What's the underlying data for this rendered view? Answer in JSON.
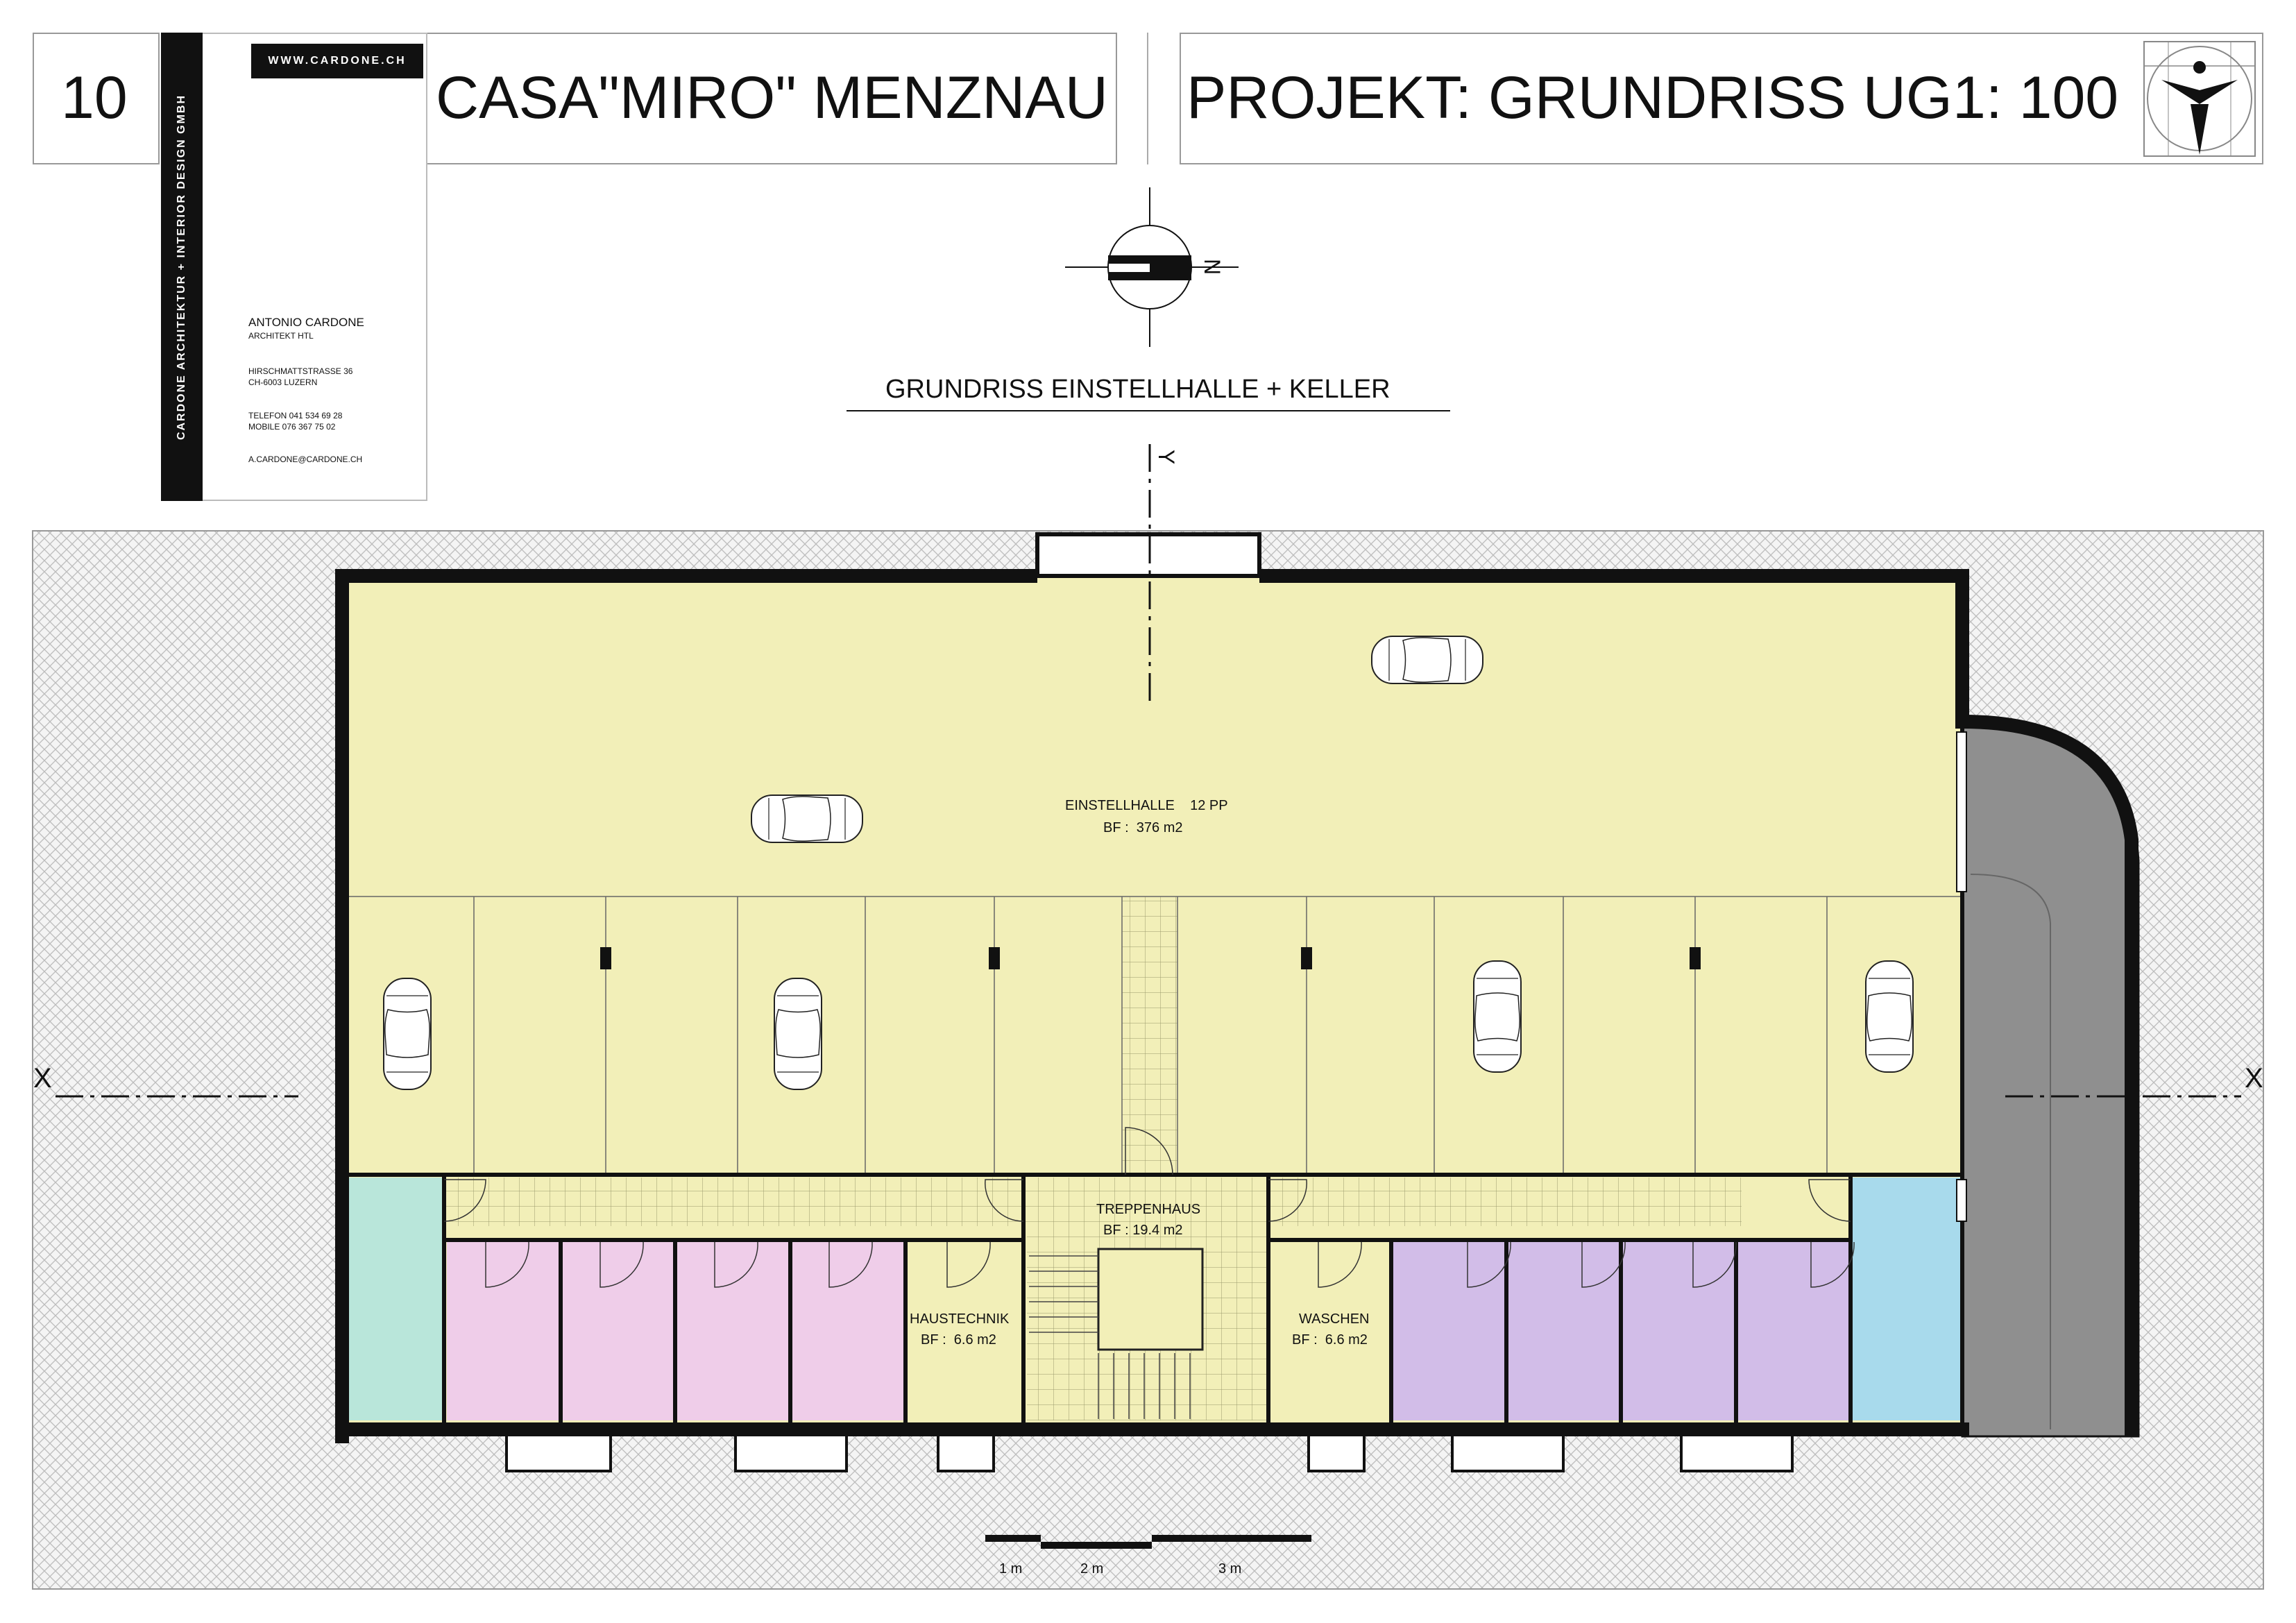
{
  "header": {
    "sheet_number": "10",
    "project_name": "CASA\"MIRO\" MENZNAU",
    "drawing_title": "PROJEKT: GRUNDRISS UG",
    "scale": "1: 100"
  },
  "company_card": {
    "website": "WWW.CARDONE.CH",
    "vertical_text": "CARDONE ARCHITEKTUR  +  INTERIOR DESIGN GMBH",
    "name": "ANTONIO CARDONE",
    "title": "ARCHITEKT HTL",
    "street": "HIRSCHMATTSTRASSE 36",
    "city": "CH-6003 LUZERN",
    "phone": "TELEFON 041 534 69 28",
    "mobile": "MOBILE    076 367 75 02",
    "email": "A.CARDONE@CARDONE.CH"
  },
  "north_label": "N",
  "plan_title": "GRUNDRISS  EINSTELLHALLE + KELLER",
  "section_labels": {
    "y": "Y",
    "x_left": "X",
    "x_right": "X"
  },
  "rooms": {
    "garage_name": "EINSTELLHALLE    12 PP",
    "garage_area": "BF :  376 m2",
    "stair_name": "TREPPENHAUS",
    "stair_area": "BF : 19.4 m2",
    "tech_name": "HAUSTECHNIK",
    "tech_area": "BF :  6.6 m2",
    "wash_name": "WASCHEN",
    "wash_area": "BF :  6.6 m2"
  },
  "scale_bar": {
    "label_1": "1 m",
    "label_2": "2 m",
    "label_3": "3 m"
  },
  "colors": {
    "garage": "#f2efb8",
    "pink": "#efcde9",
    "violet": "#d2bde8",
    "mint": "#b9e6da",
    "lightblue": "#a8daec",
    "ramp": "#8f8f8f",
    "wall": "#111111"
  }
}
